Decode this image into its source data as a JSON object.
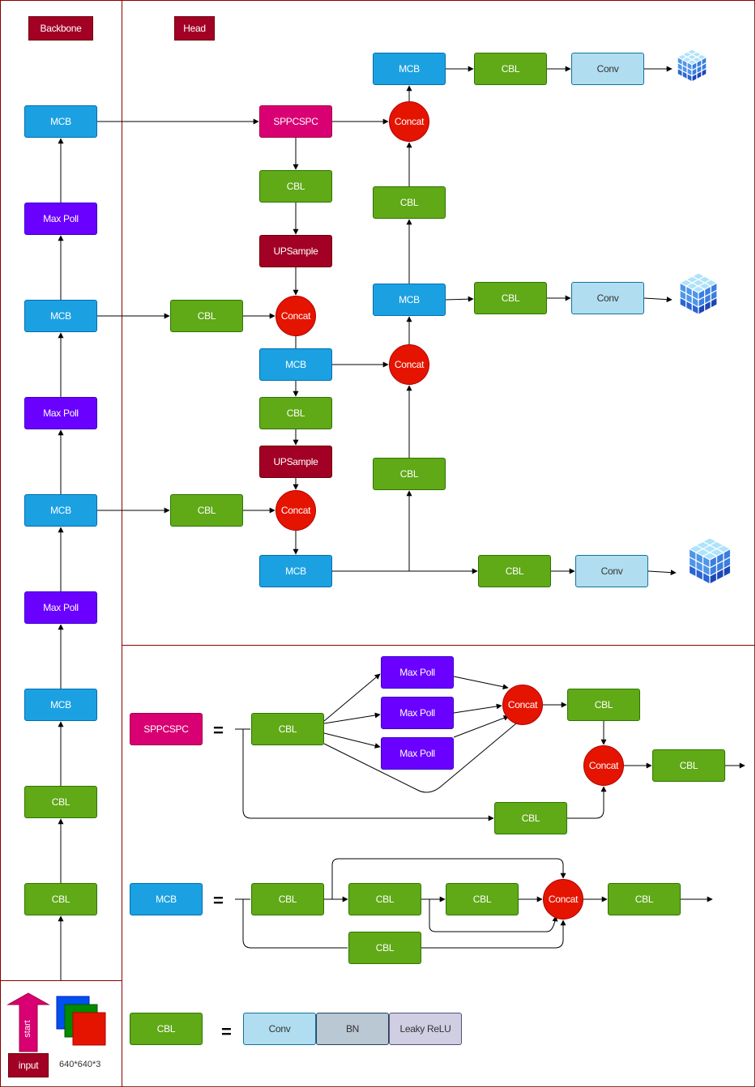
{
  "sections": {
    "backbone": "Backbone",
    "head": "Head"
  },
  "labels": {
    "mcb": "MCB",
    "cbl": "CBL",
    "maxpoll": "Max Poll",
    "sppcspc": "SPPCSPC",
    "upsample": "UPSample",
    "concat": "Concat",
    "conv": "Conv",
    "bn": "BN",
    "leaky": "Leaky ReLU",
    "equals": "="
  },
  "input": {
    "label": "input",
    "start": "start",
    "size": "640*640*3"
  },
  "colors": {
    "frame": "#8b0000",
    "mcb": "#1ba1e2",
    "cbl": "#60a917",
    "maxpoll": "#6a00ff",
    "sppcspc": "#d80073",
    "upsample": "#a20025",
    "concat": "#e51400",
    "conv": "#b1ddf0",
    "bn": "#bac8d3",
    "leaky": "#d0cee2"
  },
  "icons": {
    "output": "cube-grid-icon",
    "input_image": "rgb-channels-icon",
    "start_arrow": "up-arrow-icon"
  }
}
